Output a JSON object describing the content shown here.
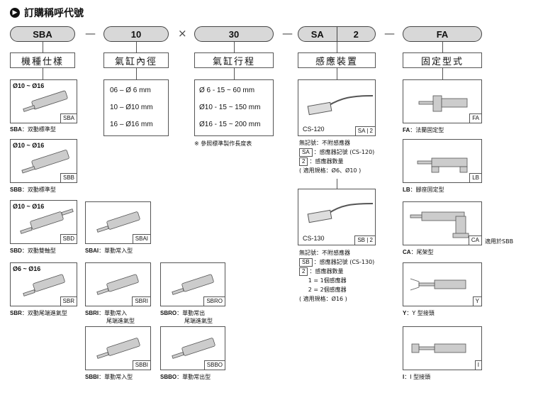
{
  "title": "訂購稱呼代號",
  "code": {
    "series": "SBA",
    "bore": "10",
    "stroke": "30",
    "sensor_a": "SA",
    "sensor_b": "2",
    "mount": "FA",
    "dash": "—",
    "times": "×"
  },
  "headers": {
    "type": "機種仕樣",
    "bore": "氣缸內徑",
    "stroke": "氣缸行程",
    "sensor": "感應裝置",
    "mount": "固定型式"
  },
  "col1": [
    {
      "range": "Ø10 ~ Ø16",
      "tag": "SBA",
      "code": "SBA",
      "desc": "：双動標準型"
    },
    {
      "range": "Ø10 ~ Ø16",
      "tag": "SBB",
      "code": "SBB",
      "desc": "：双動標準型"
    },
    {
      "range": "Ø10 ~ Ø16",
      "tag": "SBD",
      "code": "SBD",
      "desc": "：双動雙軸型"
    },
    {
      "range": "Ø6 ~ Ø16",
      "tag": "SBR",
      "code": "SBR",
      "desc": "：双動尾端進氣型"
    }
  ],
  "col2": [
    {
      "tag": "SBAI",
      "code": "SBAI",
      "desc": "：單動常入型",
      "desc2": ""
    },
    {
      "tag": "SBRI",
      "code": "SBRI",
      "desc": "：單動常入",
      "desc2": "尾端進氣型"
    },
    {
      "tag": "SBBI",
      "code": "SBBI",
      "desc": "：單動常入型",
      "desc2": ""
    }
  ],
  "col3": [
    {
      "tag": "SBRO",
      "code": "SBRO",
      "desc": "：單動常出",
      "desc2": "尾端進氣型"
    },
    {
      "tag": "SBBO",
      "code": "SBBO",
      "desc": "：單動常出型",
      "desc2": ""
    }
  ],
  "bores": [
    "06 – Ø 6  mm",
    "10 – Ø10 mm",
    "16 – Ø16 mm"
  ],
  "strokes": [
    "Ø 6 - 15 ~ 60  mm",
    "Ø10 - 15 ~ 150 mm",
    "Ø16 - 15 ~ 200 mm"
  ],
  "stroke_note": "※ 參照標準製作長度表",
  "sensor1": {
    "model": "CS-120",
    "tag_a": "SA",
    "tag_b": "2",
    "l1": "無記號：不附感應器",
    "k1": "SA",
    "l2": "：感應器記號 (CS-120)",
    "k2": "2",
    "l3": "：感應器數量",
    "l4": "( 適用規格：Ø6、Ø10 )"
  },
  "sensor2": {
    "model": "CS-130",
    "tag_a": "SB",
    "tag_b": "2",
    "l1": "無記號：不附感應器",
    "k1": "SB",
    "l2": "：感應器記號 (CS-130)",
    "k2": "2",
    "l3": "：感應器數量",
    "l4": "1 = 1個感應器",
    "l5": "2 = 2個感應器",
    "l6": "( 適用規格：Ø16 )"
  },
  "mounts": [
    {
      "tag": "FA",
      "code": "FA",
      "desc": "：法蘭固定型",
      "side": ""
    },
    {
      "tag": "LB",
      "code": "LB",
      "desc": "：腳座固定型",
      "side": ""
    },
    {
      "tag": "CA",
      "code": "CA",
      "desc": "：尾架型",
      "side": "適用於SBB"
    },
    {
      "tag": "Y",
      "code": "Y",
      "desc": "：Y 型接頭",
      "side": ""
    },
    {
      "tag": "I",
      "code": "I",
      "desc": "：I 型接頭",
      "side": ""
    }
  ]
}
